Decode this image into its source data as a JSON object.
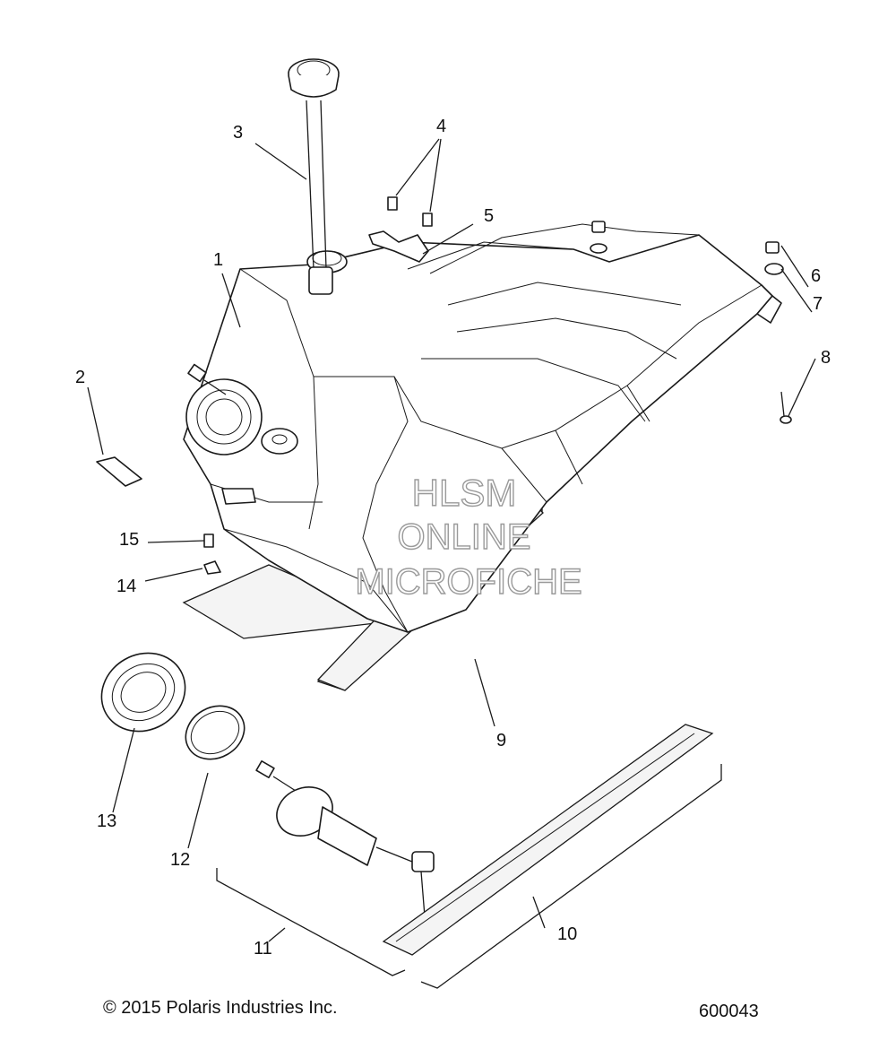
{
  "callouts": [
    {
      "id": "1",
      "label": "1"
    },
    {
      "id": "2",
      "label": "2"
    },
    {
      "id": "3",
      "label": "3"
    },
    {
      "id": "4",
      "label": "4"
    },
    {
      "id": "5",
      "label": "5"
    },
    {
      "id": "6",
      "label": "6"
    },
    {
      "id": "7",
      "label": "7"
    },
    {
      "id": "8",
      "label": "8"
    },
    {
      "id": "9",
      "label": "9"
    },
    {
      "id": "10",
      "label": "10"
    },
    {
      "id": "11",
      "label": "11"
    },
    {
      "id": "12",
      "label": "12"
    },
    {
      "id": "13",
      "label": "13"
    },
    {
      "id": "14",
      "label": "14"
    },
    {
      "id": "15",
      "label": "15"
    }
  ],
  "watermark": {
    "line1": "HLSM",
    "line2": "ONLINE",
    "line3": "MICROFICHE"
  },
  "footer": {
    "copyright": "© 2015 Polaris Industries Inc.",
    "figure_number": "600043"
  },
  "colors": {
    "ink": "#1a1a1a",
    "watermark": "#9a9a9a",
    "background": "#ffffff"
  }
}
